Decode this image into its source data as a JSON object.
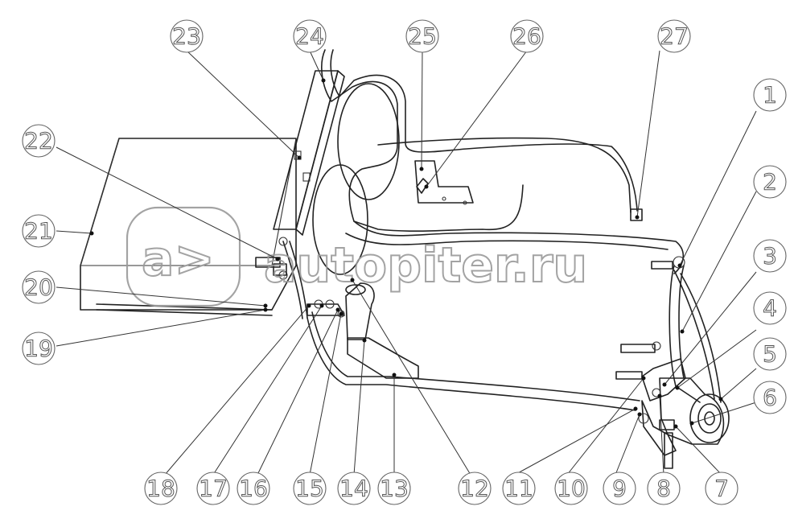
{
  "watermark": {
    "text": "autopiter.ru",
    "mark": "a>"
  },
  "callouts": [
    {
      "id": "1",
      "label": "1"
    },
    {
      "id": "2",
      "label": "2"
    },
    {
      "id": "3",
      "label": "3"
    },
    {
      "id": "4",
      "label": "4"
    },
    {
      "id": "5",
      "label": "5"
    },
    {
      "id": "6",
      "label": "6"
    },
    {
      "id": "7",
      "label": "7"
    },
    {
      "id": "8",
      "label": "8"
    },
    {
      "id": "9",
      "label": "9"
    },
    {
      "id": "10",
      "label": "10"
    },
    {
      "id": "11",
      "label": "11"
    },
    {
      "id": "12",
      "label": "12"
    },
    {
      "id": "13",
      "label": "13"
    },
    {
      "id": "14",
      "label": "14"
    },
    {
      "id": "15",
      "label": "15"
    },
    {
      "id": "16",
      "label": "16"
    },
    {
      "id": "17",
      "label": "17"
    },
    {
      "id": "18",
      "label": "18"
    },
    {
      "id": "19",
      "label": "19"
    },
    {
      "id": "20",
      "label": "20"
    },
    {
      "id": "21",
      "label": "21"
    },
    {
      "id": "22",
      "label": "22"
    },
    {
      "id": "23",
      "label": "23"
    },
    {
      "id": "24",
      "label": "24"
    },
    {
      "id": "25",
      "label": "25"
    },
    {
      "id": "26",
      "label": "26"
    },
    {
      "id": "27",
      "label": "27"
    }
  ]
}
